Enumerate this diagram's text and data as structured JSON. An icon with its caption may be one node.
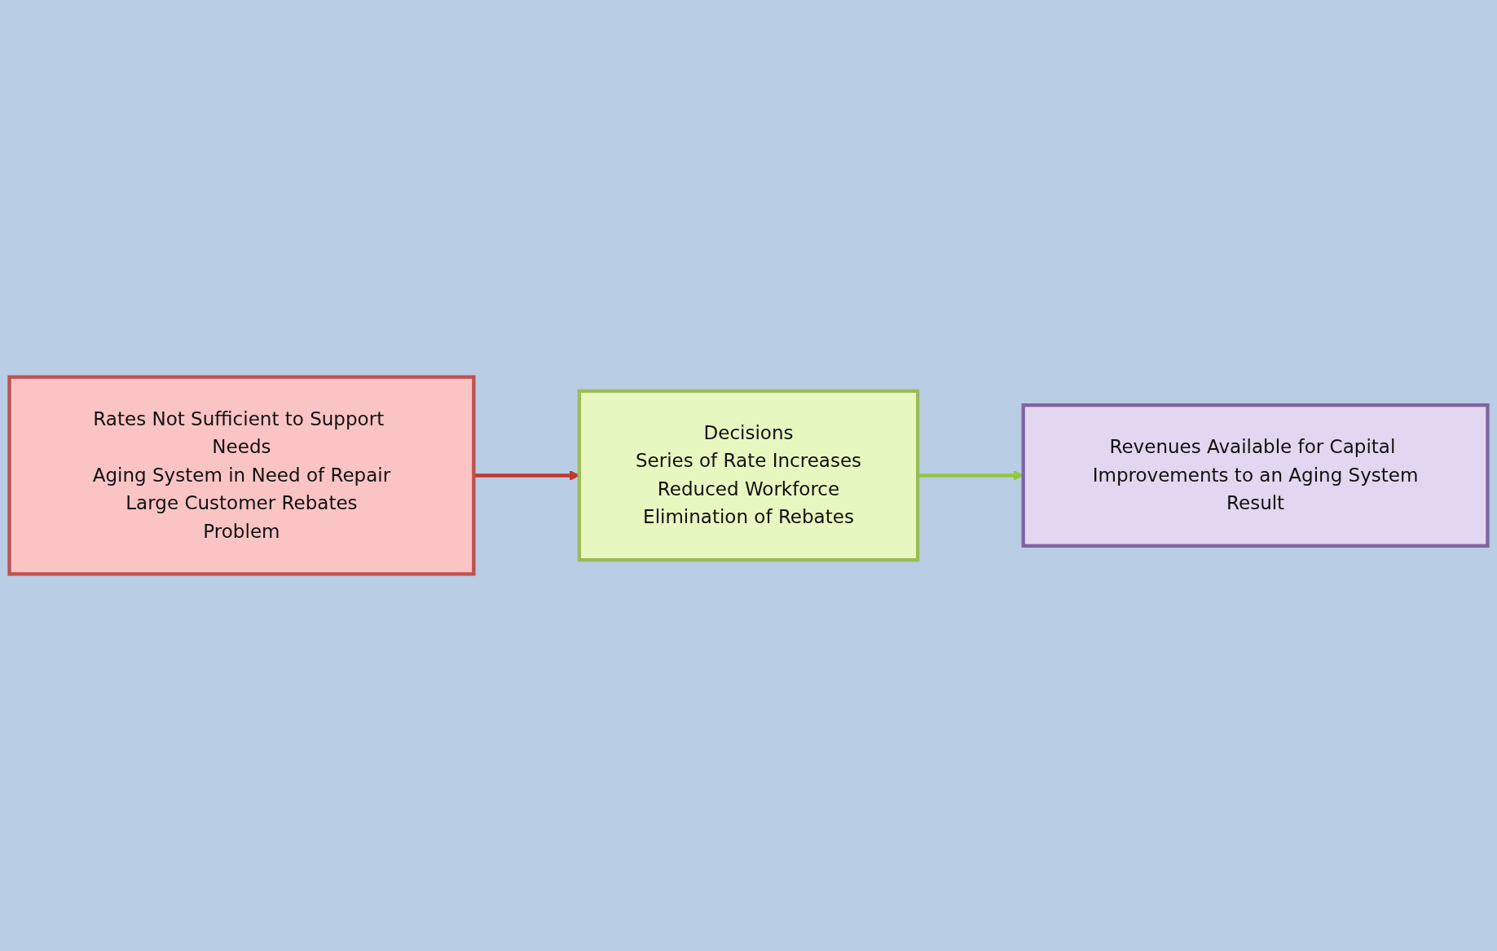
{
  "diagram": {
    "nodes": [
      {
        "text": [
          "Rates Not Sufficient to Support Needs",
          "Aging System in Need of Repair",
          "Large Customer Rebates",
          "Problem"
        ]
      },
      {
        "text": [
          "Decisions",
          "Series of Rate Increases",
          "Reduced Workforce",
          "Elimination of Rebates"
        ]
      },
      {
        "text": [
          "Revenues Available for Capital Improvements to an Aging System",
          "Result"
        ]
      }
    ],
    "edges": [
      {
        "from": 0,
        "to": 1,
        "arrow": "to",
        "color": "#c0392b"
      },
      {
        "from": 1,
        "to": 2,
        "arrow": "to",
        "color": "#92c83e"
      }
    ]
  }
}
